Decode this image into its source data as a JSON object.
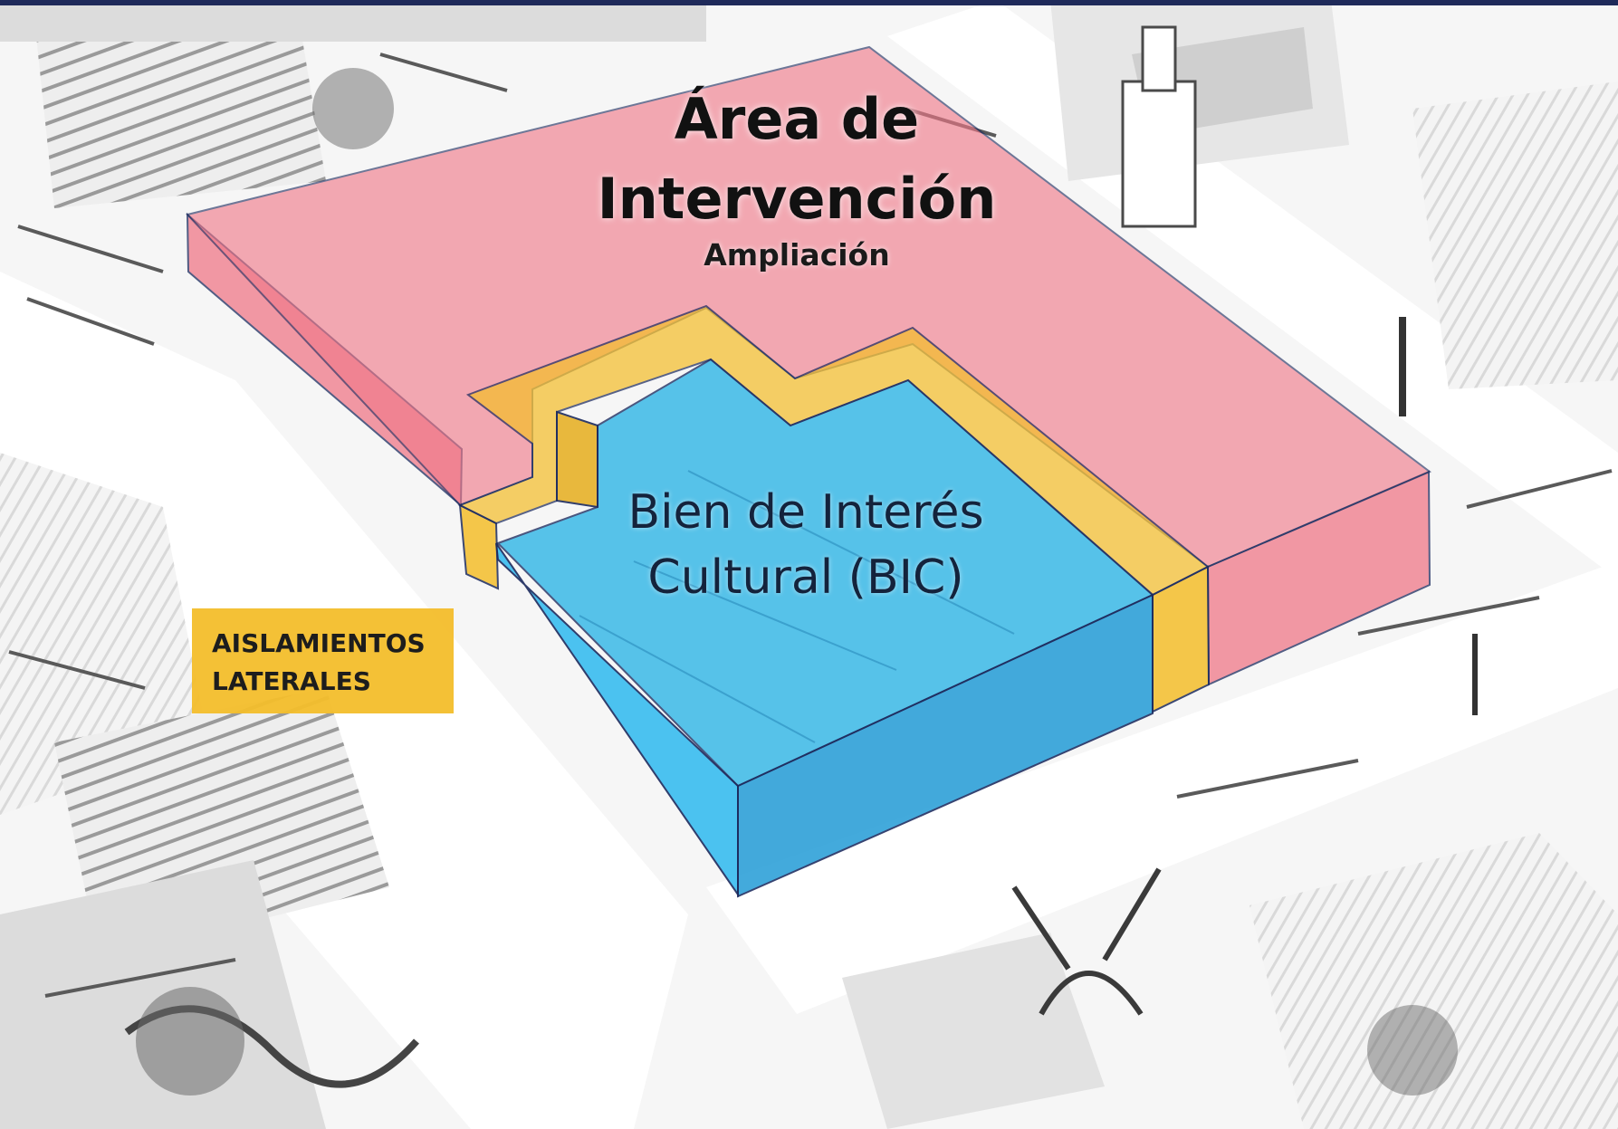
{
  "labels": {
    "area_title_line1": "Área de",
    "area_title_line2": "Intervención",
    "area_subtitle": "Ampliación",
    "bic_line1": "Bien de Interés",
    "bic_line2": "Cultural (BIC)",
    "legend_line1": "AISLAMIENTOS",
    "legend_line2": "LATERALES"
  },
  "colors": {
    "intervention_area": "#f07888",
    "bic": "#2ab4e6",
    "lateral_setbacks": "#f4be2c",
    "outline": "#1b2a5e",
    "header_bar": "#1f2a5a"
  }
}
